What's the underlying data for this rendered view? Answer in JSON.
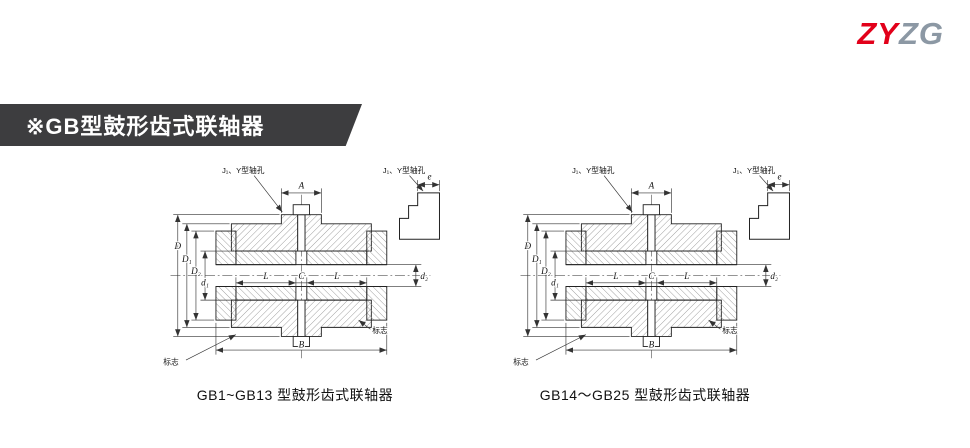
{
  "logo": {
    "part1": "ZY",
    "part2": "ZG",
    "color_red": "#e2001a",
    "color_gray": "#8c98a4"
  },
  "banner": {
    "title": "※GB型鼓形齿式联轴器",
    "bg": "#3d3d3f",
    "fg": "#ffffff"
  },
  "figures": [
    {
      "caption": "GB1~GB13 型鼓形齿式联轴器",
      "labels": {
        "shaft_hole_left": "J₁、Y型轴孔",
        "shaft_hole_right": "J₁、Y型轴孔",
        "A": "A",
        "e": "e",
        "L_left": "L",
        "C": "C",
        "L_right": "L",
        "B": "B",
        "D": "D",
        "D1": "D₁",
        "D2": "D₂",
        "d1": "d₁",
        "d2": "d₂",
        "mark_left": "标志",
        "mark_right": "标志"
      }
    },
    {
      "caption": "GB14～GB25 型鼓形齿式联轴器",
      "labels": {
        "shaft_hole_left": "J₁、Y型轴孔",
        "shaft_hole_right": "J₁、Y型轴孔",
        "A": "A",
        "e": "e",
        "L_left": "L",
        "C": "C",
        "L_right": "L",
        "B": "B",
        "D": "D",
        "D1": "D₁",
        "D2": "D₂",
        "d1": "d₁",
        "d2": "d₂",
        "mark_left": "标志",
        "mark_right": "标志"
      }
    }
  ]
}
